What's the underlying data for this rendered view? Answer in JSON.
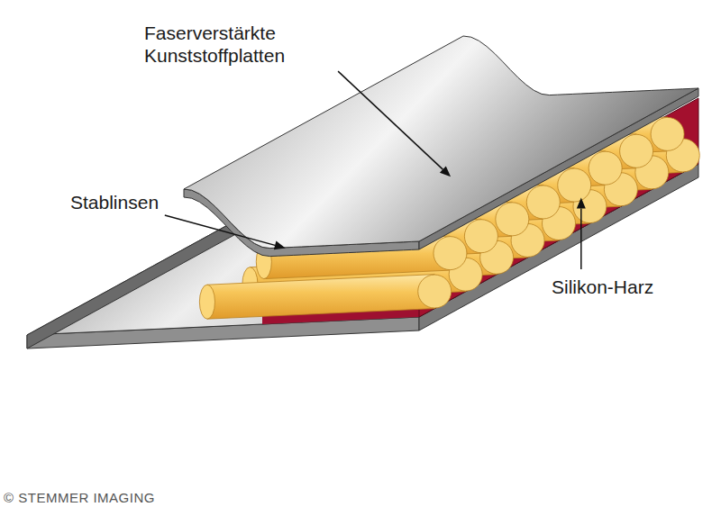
{
  "diagram": {
    "labels": [
      "Faserverstärkte Kunststoffplatten",
      "Stablinsen",
      "Silikon-Harz",
      "© STEMMER IMAGING"
    ]
  }
}
